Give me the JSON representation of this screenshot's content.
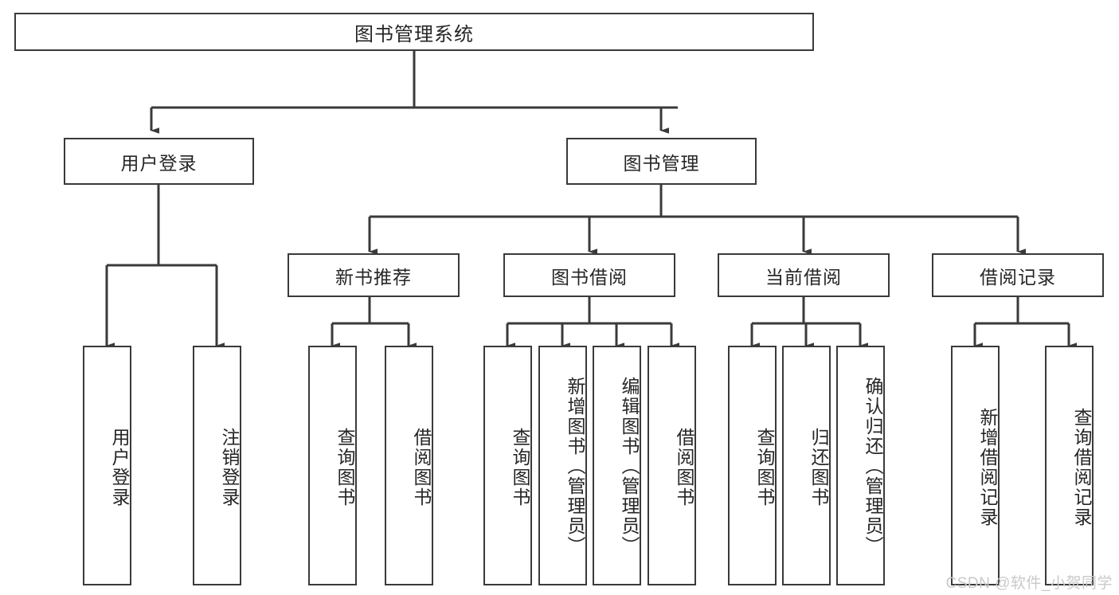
{
  "diagram": {
    "title": "图书管理系统",
    "type": "hierarchy-tree",
    "watermark": "CSDN @软件_小贺同学",
    "colors": {
      "stroke": "#3a3a3a",
      "text": "#262626",
      "background": "#ffffff",
      "watermark": "#c9c9c9"
    },
    "root": {
      "label": "图书管理系统"
    },
    "level2": [
      {
        "label": "用户登录"
      },
      {
        "label": "图书管理"
      }
    ],
    "level3": [
      {
        "label": "新书推荐"
      },
      {
        "label": "图书借阅"
      },
      {
        "label": "当前借阅"
      },
      {
        "label": "借阅记录"
      }
    ],
    "leaves": {
      "user_login": [
        {
          "label": "用户登录"
        },
        {
          "label": "注销登录"
        }
      ],
      "new_book": [
        {
          "label": "查询图书"
        },
        {
          "label": "借阅图书"
        }
      ],
      "borrow": [
        {
          "label": "查询图书"
        },
        {
          "label": "新增图书（管理员）"
        },
        {
          "label": "编辑图书（管理员）"
        },
        {
          "label": "借阅图书"
        }
      ],
      "current": [
        {
          "label": "查询图书"
        },
        {
          "label": "归还图书"
        },
        {
          "label": "确认归还（管理员）"
        }
      ],
      "records": [
        {
          "label": "新增借阅记录"
        },
        {
          "label": "查询借阅记录"
        }
      ]
    }
  }
}
